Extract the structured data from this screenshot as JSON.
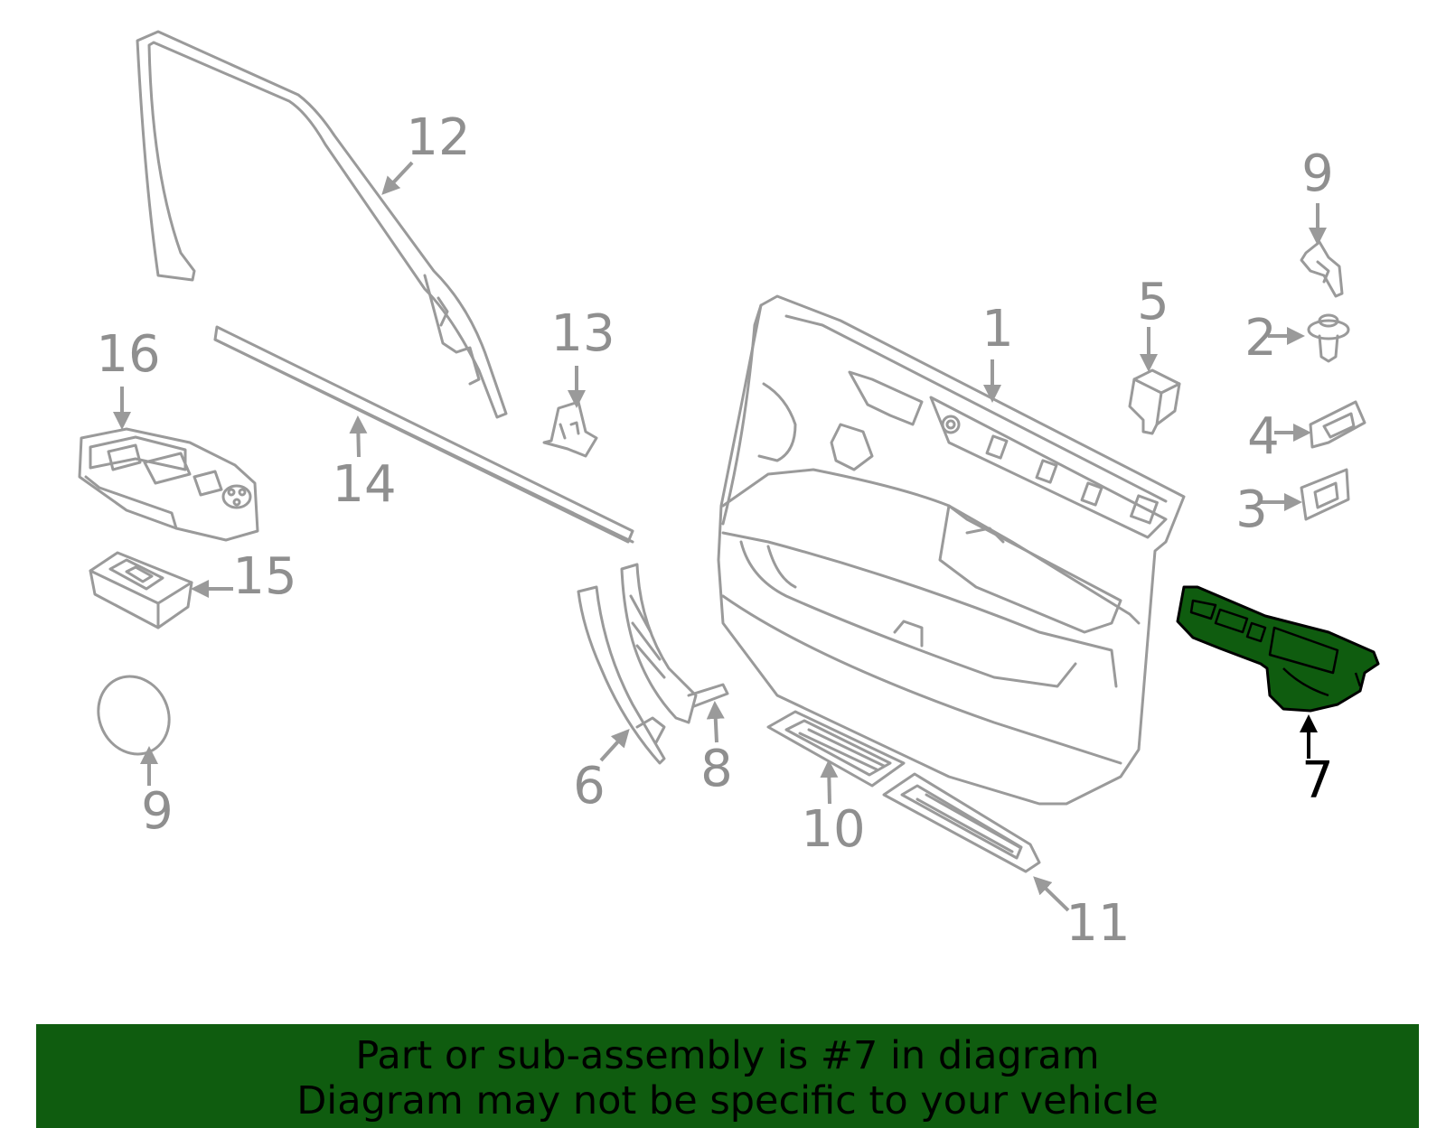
{
  "colors": {
    "line_gray": "#9a9a9a",
    "label_gray": "#8f8f8f",
    "highlight_fill": "#0f5c0f",
    "highlight_stroke": "#000000",
    "banner_bg": "#0f5c0f",
    "banner_text": "#000000"
  },
  "highlighted_part": "7",
  "callouts": {
    "c1": "1",
    "c2": "2",
    "c3": "3",
    "c4": "4",
    "c5": "5",
    "c6": "6",
    "c7": "7",
    "c8": "8",
    "c9_top": "9",
    "c9_bottom": "9",
    "c10": "10",
    "c11": "11",
    "c12": "12",
    "c13": "13",
    "c14": "14",
    "c15": "15",
    "c16": "16"
  },
  "banner": {
    "line1": "Part or sub-assembly is #7 in diagram",
    "line2": "Diagram may not be specific to your vehicle"
  }
}
